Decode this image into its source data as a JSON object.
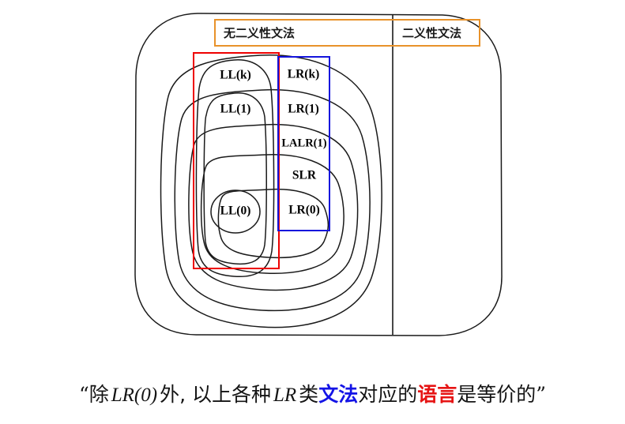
{
  "diagram": {
    "title_boxes": [
      {
        "id": "unambiguous",
        "label": "无二义性文法",
        "color": "#E8922A"
      },
      {
        "id": "ambiguous",
        "label": "二义性文法",
        "color": "#E8922A"
      }
    ],
    "highlight_boxes": [
      {
        "id": "ll-family",
        "color": "#EE0000",
        "covers": "LL grammars"
      },
      {
        "id": "lr-family",
        "color": "#1414DC",
        "covers": "LR grammars"
      }
    ],
    "lr_regions": [
      {
        "label": "LR(k)",
        "level": 1
      },
      {
        "label": "LR(1)",
        "level": 2
      },
      {
        "label": "LALR(1)",
        "level": 3
      },
      {
        "label": "SLR",
        "level": 4
      },
      {
        "label": "LR(0)",
        "level": 5
      }
    ],
    "ll_regions": [
      {
        "label": "LL(k)",
        "level": 1
      },
      {
        "label": "LL(1)",
        "level": 2
      },
      {
        "label": "LL(0)",
        "level": 3
      }
    ]
  },
  "caption": {
    "open_quote": "“",
    "part1_han": "除",
    "part2_math": "LR(0)",
    "part3_han": "外, 以上各种",
    "part4_math": "LR",
    "part5_han": "类",
    "part6_blue": "文法",
    "part7_han": "对应的",
    "part8_red": "语言",
    "part9_han": "是等价的",
    "close_quote": "”"
  }
}
